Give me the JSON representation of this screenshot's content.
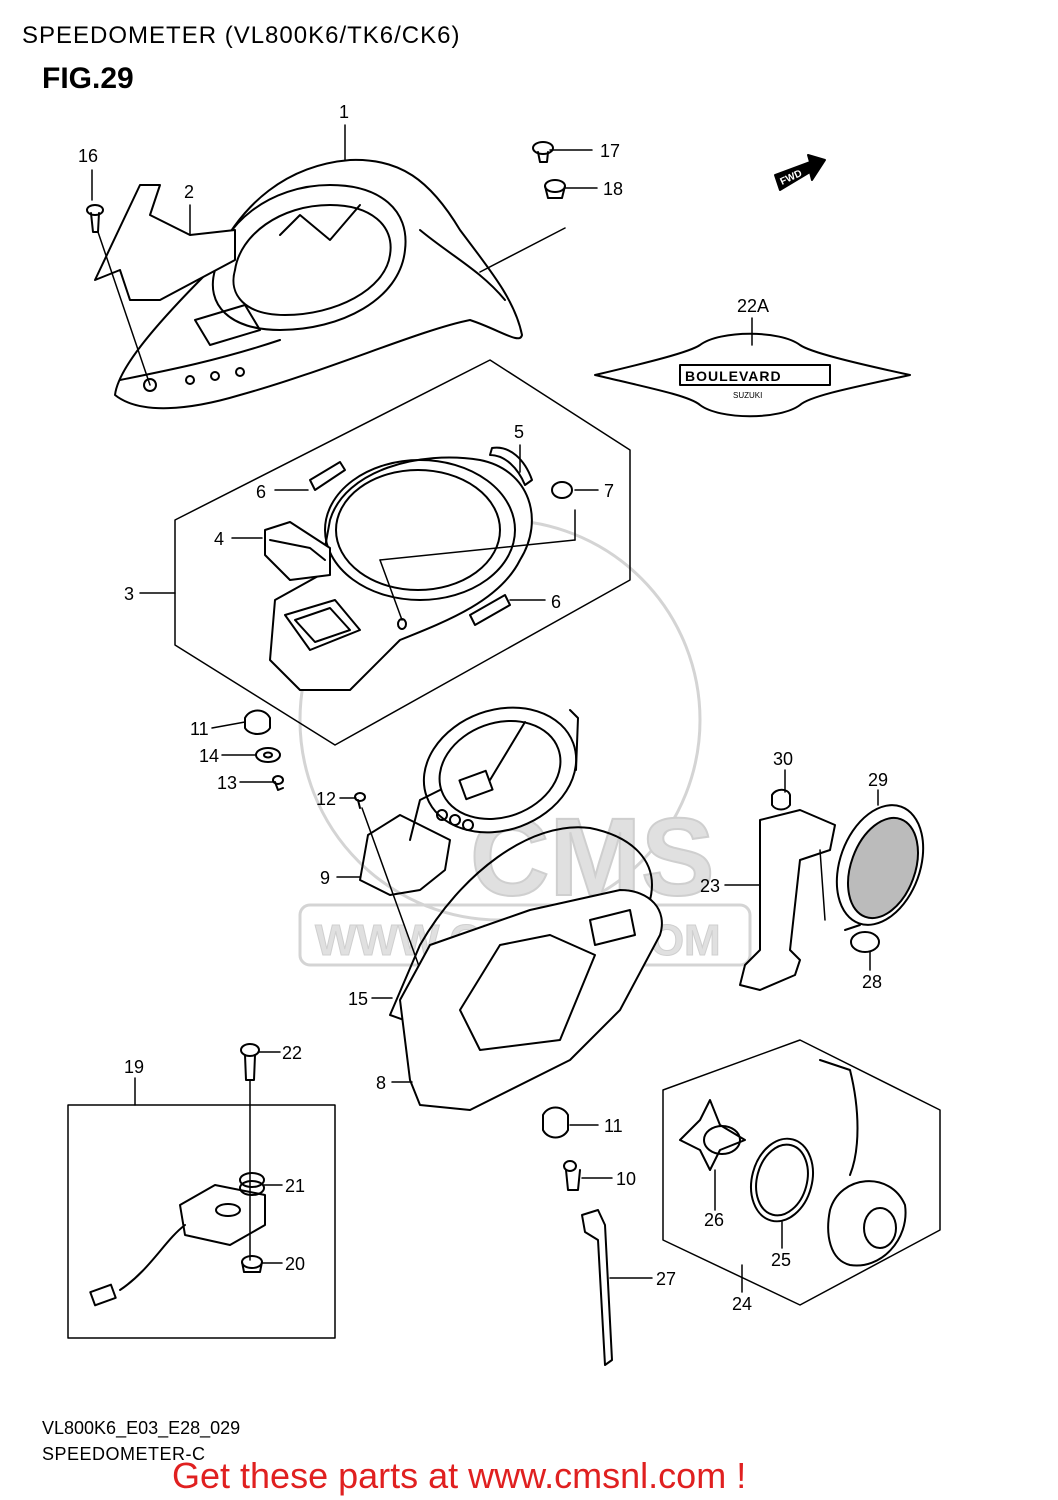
{
  "header": {
    "title": "SPEEDOMETER (VL800K6/TK6/CK6)",
    "figure": "FIG.29"
  },
  "labels": {
    "l1": "1",
    "l2": "2",
    "l3": "3",
    "l4": "4",
    "l5": "5",
    "l6a": "6",
    "l6b": "6",
    "l7": "7",
    "l8": "8",
    "l9": "9",
    "l10": "10",
    "l11a": "11",
    "l11b": "11",
    "l12": "12",
    "l13": "13",
    "l14": "14",
    "l15": "15",
    "l16": "16",
    "l17": "17",
    "l18": "18",
    "l19": "19",
    "l20": "20",
    "l21": "21",
    "l22": "22",
    "l22a": "22A",
    "l23": "23",
    "l24": "24",
    "l25": "25",
    "l26": "26",
    "l27": "27",
    "l28": "28",
    "l29": "29",
    "l30": "30"
  },
  "emblem": {
    "text": "BOULEVARD",
    "subtext": "SUZUKI"
  },
  "fwd": "FWD",
  "footer": {
    "code": "VL800K6_E03_E28_029",
    "name": "SPEEDOMETER-C"
  },
  "watermark": {
    "brand": "CMS",
    "url": "WWW.CMSNL.COM"
  },
  "promo": "Get these parts at www.cmsnl.com !",
  "colors": {
    "promo": "#e02020",
    "watermark": "#d8d8d8"
  }
}
